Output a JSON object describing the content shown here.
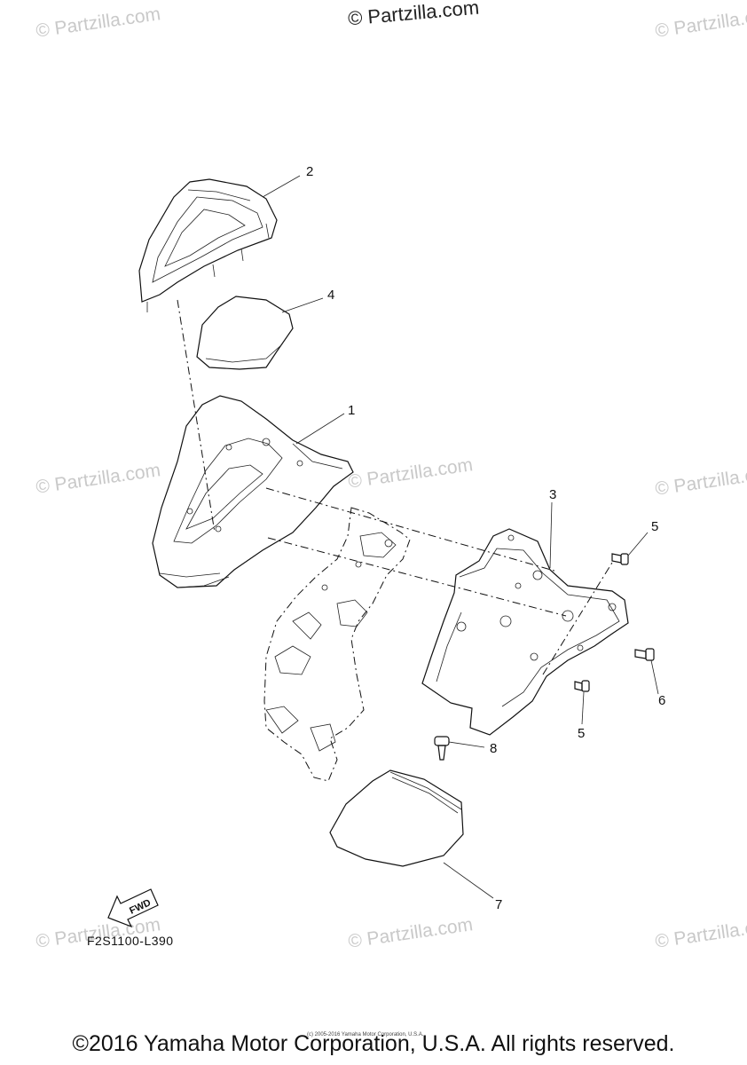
{
  "watermarks": {
    "top_center": "© Partzilla.com",
    "repeated": "© Partzilla.com"
  },
  "callouts": [
    {
      "id": "1",
      "text": "1"
    },
    {
      "id": "2",
      "text": "2"
    },
    {
      "id": "3",
      "text": "3"
    },
    {
      "id": "4",
      "text": "4"
    },
    {
      "id": "5a",
      "text": "5"
    },
    {
      "id": "5b",
      "text": "5"
    },
    {
      "id": "6",
      "text": "6"
    },
    {
      "id": "7",
      "text": "7"
    },
    {
      "id": "8",
      "text": "8"
    }
  ],
  "direction_marker": "FWD",
  "diagram_code": "F2S1100-L390",
  "copyright": "©2016 Yamaha Motor Corporation, U.S.A. All rights reserved.",
  "small_copyright": "(c) 2005-2016 Yamaha Motor Corporation, U.S.A."
}
